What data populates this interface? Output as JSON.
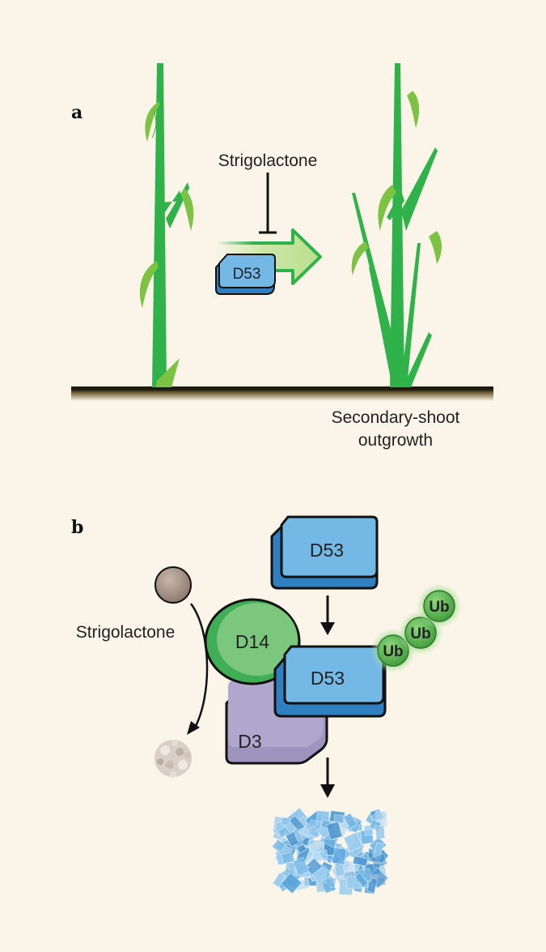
{
  "panel_a": {
    "letter": "a",
    "hormone_label": "Strigolactone",
    "protein_label": "D53",
    "outcome_label_line1": "Secondary-shoot",
    "outcome_label_line2": "outgrowth"
  },
  "panel_b": {
    "letter": "b",
    "hormone_label": "Strigolactone",
    "d53_free_label": "D53",
    "d14_label": "D14",
    "d53_bound_label": "D53",
    "d3_label": "D3",
    "ubiquitin_labels": [
      "Ub",
      "Ub",
      "Ub"
    ]
  },
  "colors": {
    "background": "#faf5e8",
    "plant_green": "#2fb24a",
    "leaf_light_green": "#7cc243",
    "d53_blue": "#74b8e6",
    "d53_dark_blue": "#2f7fc1",
    "d14_green": "#7ac77d",
    "d3_purple": "#9d95bd",
    "soil": "#7a6a3a",
    "ub_green": "#55b548"
  }
}
